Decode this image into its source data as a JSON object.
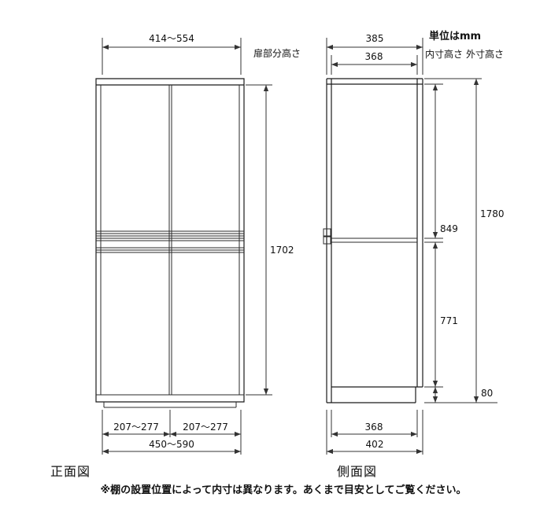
{
  "header": {
    "unit": "単位はmm"
  },
  "front": {
    "caption": "正面図",
    "door_label": "扉部分高さ",
    "top_width": "414〜554",
    "height": "1702",
    "bottom_left": "207〜277",
    "bottom_right": "207〜277",
    "bottom_total": "450〜590"
  },
  "side": {
    "caption": "側面図",
    "inner_label": "内寸高さ",
    "outer_label": "外寸高さ",
    "top_outer": "385",
    "top_inner": "368",
    "inner_upper": "849",
    "outer_total": "1780",
    "inner_lower": "771",
    "base": "80",
    "bottom_inner": "368",
    "bottom_outer": "402"
  },
  "footer": {
    "note": "※棚の設置位置によって内寸は異なります。あくまで目安としてご覧ください。"
  }
}
